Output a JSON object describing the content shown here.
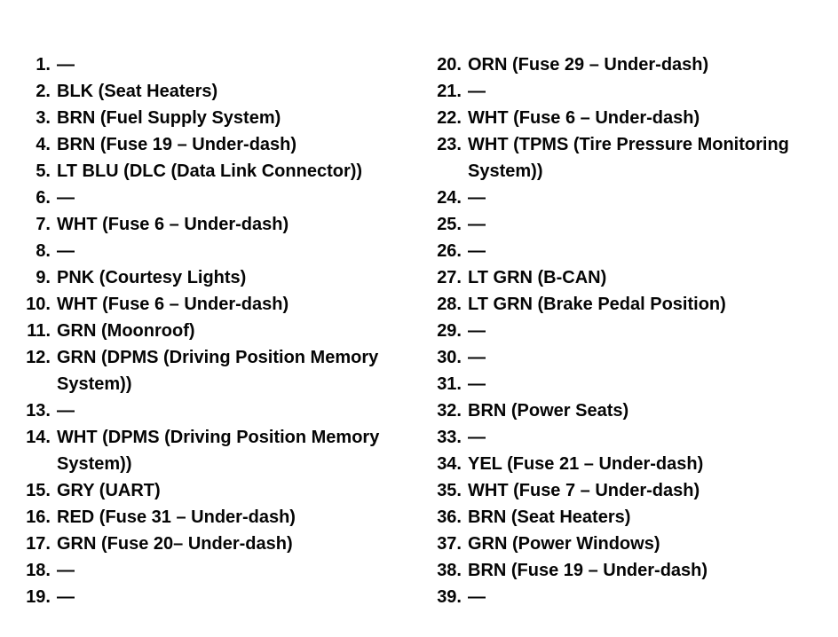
{
  "page": {
    "background_color": "#ffffff",
    "text_color": "#050505"
  },
  "list": {
    "left_column": [
      {
        "number": "1.",
        "text": "—"
      },
      {
        "number": "2.",
        "text": "BLK (Seat Heaters)"
      },
      {
        "number": "3.",
        "text": "BRN (Fuel Supply System)"
      },
      {
        "number": "4.",
        "text": "BRN (Fuse 19 – Under-dash)"
      },
      {
        "number": "5.",
        "text": "LT BLU (DLC (Data Link Connector))"
      },
      {
        "number": "6.",
        "text": "—"
      },
      {
        "number": "7.",
        "text": "WHT (Fuse 6 – Under-dash)"
      },
      {
        "number": "8.",
        "text": "—"
      },
      {
        "number": "9.",
        "text": "PNK (Courtesy Lights)"
      },
      {
        "number": "10.",
        "text": "WHT (Fuse 6 – Under-dash)"
      },
      {
        "number": "11.",
        "text": "GRN (Moonroof)"
      },
      {
        "number": "12.",
        "text": "GRN (DPMS (Driving Position Memory\nSystem))"
      },
      {
        "number": "13.",
        "text": "—"
      },
      {
        "number": "14.",
        "text": "WHT (DPMS (Driving Position Memory\nSystem))"
      },
      {
        "number": "15.",
        "text": "GRY (UART)"
      },
      {
        "number": "16.",
        "text": "RED (Fuse 31 – Under-dash)"
      },
      {
        "number": "17.",
        "text": "GRN (Fuse 20– Under-dash)"
      },
      {
        "number": "18.",
        "text": "—"
      },
      {
        "number": "19.",
        "text": "—"
      }
    ],
    "right_column": [
      {
        "number": "20.",
        "text": "ORN (Fuse 29 – Under-dash)"
      },
      {
        "number": "21.",
        "text": "—"
      },
      {
        "number": "22.",
        "text": "WHT (Fuse 6 – Under-dash)"
      },
      {
        "number": "23.",
        "text": "WHT (TPMS (Tire Pressure Monitoring\nSystem))"
      },
      {
        "number": "24.",
        "text": "—"
      },
      {
        "number": "25.",
        "text": "—"
      },
      {
        "number": "26.",
        "text": "—"
      },
      {
        "number": "27.",
        "text": "LT GRN (B-CAN)"
      },
      {
        "number": "28.",
        "text": "LT GRN (Brake Pedal Position)"
      },
      {
        "number": "29.",
        "text": "—"
      },
      {
        "number": "30.",
        "text": "—"
      },
      {
        "number": "31.",
        "text": "—"
      },
      {
        "number": "32.",
        "text": "BRN (Power Seats)"
      },
      {
        "number": "33.",
        "text": "—"
      },
      {
        "number": "34.",
        "text": "YEL (Fuse 21 – Under-dash)"
      },
      {
        "number": "35.",
        "text": "WHT (Fuse 7 – Under-dash)"
      },
      {
        "number": "36.",
        "text": "BRN (Seat Heaters)"
      },
      {
        "number": "37.",
        "text": "GRN (Power Windows)"
      },
      {
        "number": "38.",
        "text": "BRN (Fuse 19 – Under-dash)"
      },
      {
        "number": "39.",
        "text": "—"
      }
    ]
  }
}
